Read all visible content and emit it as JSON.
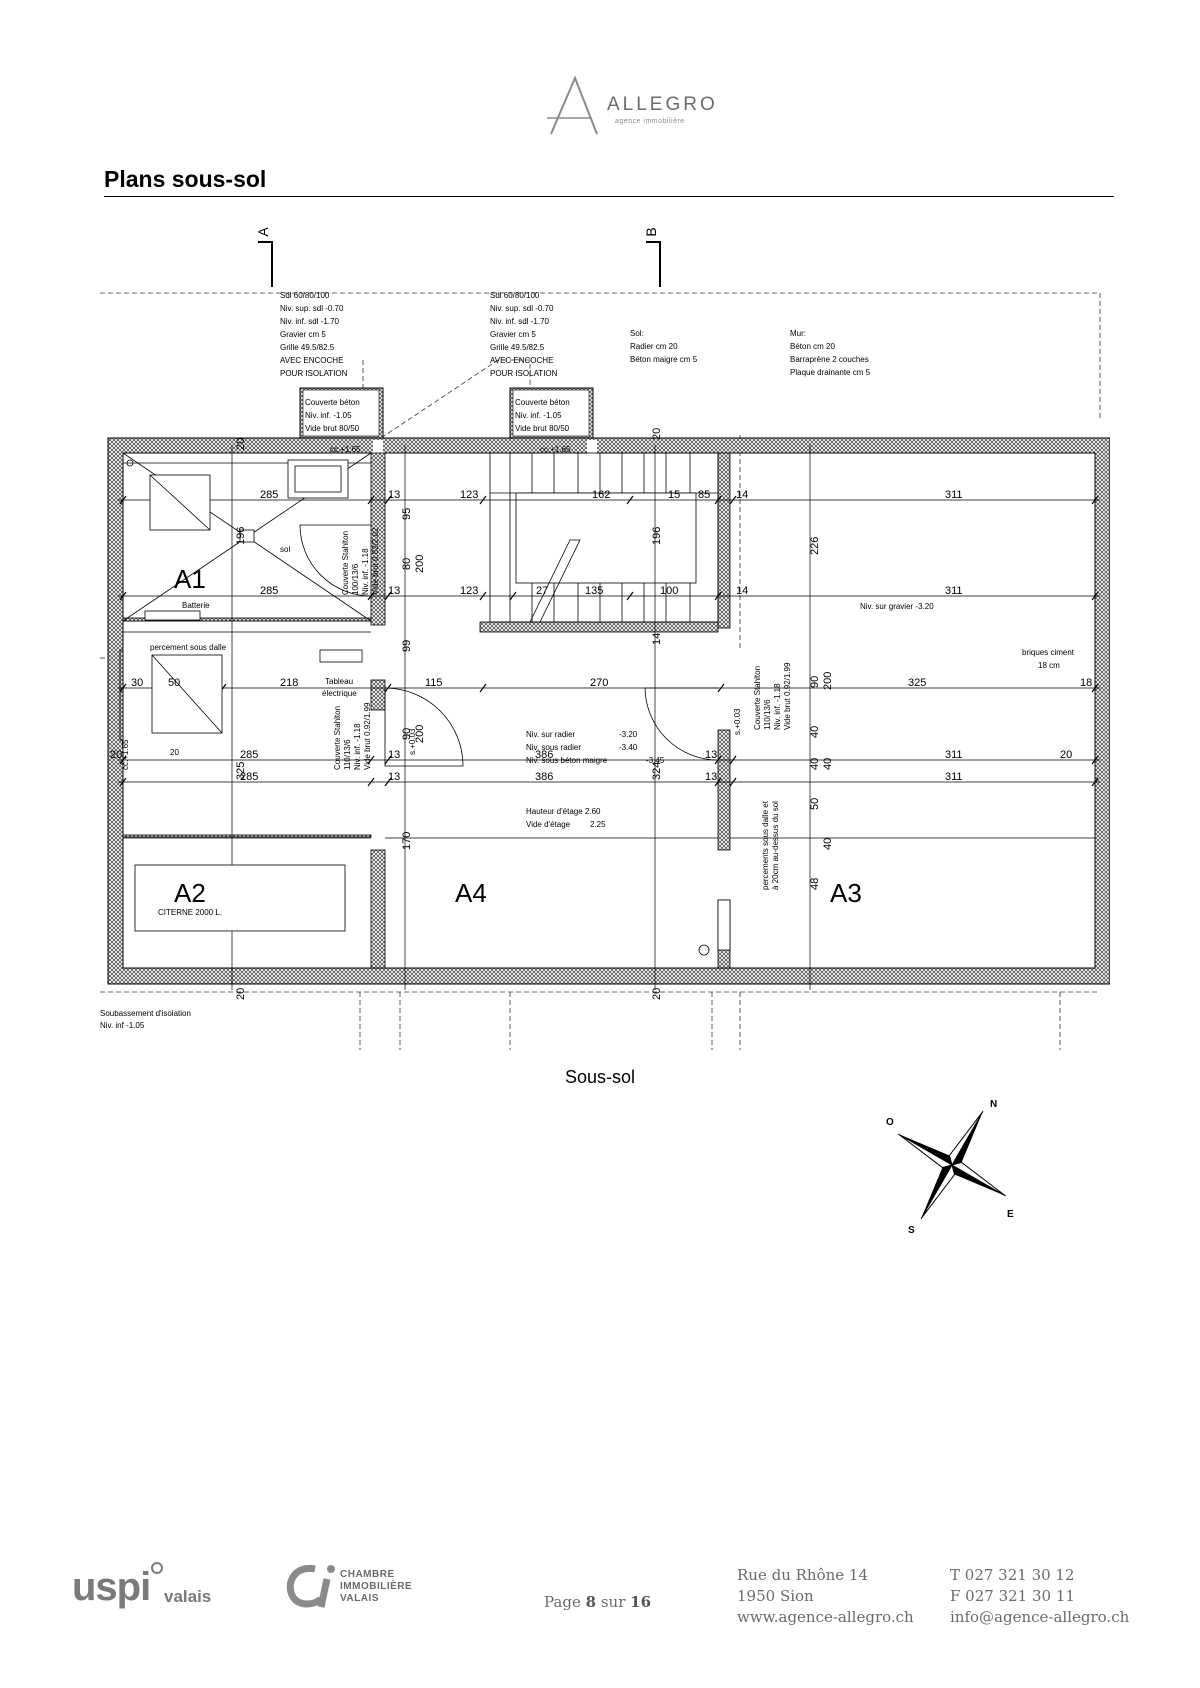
{
  "header": {
    "logo_word": "ALLEGRO",
    "logo_tagline": "agence immobilière"
  },
  "page_title": "Plans sous-sol",
  "plan": {
    "caption": "Sous-sol",
    "section_markers": [
      "A",
      "B"
    ],
    "rooms": [
      "A1",
      "A2",
      "A3",
      "A4"
    ],
    "note_shaft_a": [
      "Sdl 60/80/100",
      "Niv. sup. sdl -0.70",
      "Niv. inf. sdl -1.70",
      "Gravier cm 5",
      "Grille 49.5/82.5",
      "AVEC ENCOCHE",
      "POUR ISOLATION"
    ],
    "note_shaft_b": [
      "Sdl 60/80/100",
      "Niv. sup. sdl -0.70",
      "Niv. inf. sdl -1.70",
      "Gravier cm 5",
      "Grille 49.5/82.5",
      "AVEC ENCOCHE",
      "POUR ISOLATION"
    ],
    "note_sol": [
      "Sol:",
      "Radier cm 20",
      "Béton maigre cm 5"
    ],
    "note_mur": [
      "Mur:",
      "Béton cm 20",
      "Barraprène 2 couches",
      "Plaque drainante cm 5"
    ],
    "couverture_a": [
      "Couverte béton",
      "Niv. inf. -1.05",
      "Vide brut 80/50"
    ],
    "couverture_b": [
      "Couverte béton",
      "Niv. inf. -1.05",
      "Vide brut 80/50"
    ],
    "cc_a": "cc.+1.65",
    "cc_b": "cc.+1.65",
    "cc_left": "cc.+1.65",
    "label_sol": "sol",
    "label_batterie": "Batterie",
    "label_percement": "percement sous dalle",
    "label_tableau": [
      "Tableau",
      "électrique"
    ],
    "label_citerne": "CITERNE 2000 L.",
    "label_gravier": "Niv. sur gravier -3.20",
    "label_briques": [
      "briques ciment",
      "18 cm"
    ],
    "levels": [
      "Niv. sur radier",
      "Niv. sous radier",
      "Niv. sous béton maigre"
    ],
    "level_values": [
      "-3.20",
      "-3.40",
      "-3.45"
    ],
    "etage": [
      "Hauteur d'étage 2.60",
      "Vide d'étage"
    ],
    "etage_value": "2.25",
    "soubassement": [
      "Soubassement d'isolation",
      "Niv. inf -1.05"
    ],
    "door_a": [
      "Couverte Stahlton",
      "100/13/6",
      "Niv. inf. -1.18",
      "Vide brut 0.82/2.02"
    ],
    "door_b": [
      "Couverte Stahlton",
      "110/13/6",
      "Niv. inf. -1.18",
      "Vide brut 0.92/1.99"
    ],
    "door_c": [
      "Couverte Stahlton",
      "110/13/6",
      "Niv. inf. -1.18",
      "Vide brut 0.92/1.99"
    ],
    "percement_vert": [
      "percements sous dalle et",
      "à 20cm au-dessus du sol"
    ],
    "sill": "s.+0.03",
    "dims": {
      "row1": [
        "285",
        "13",
        "123",
        "162",
        "15",
        "85",
        "14",
        "311"
      ],
      "row2": [
        "285",
        "13",
        "123",
        "27",
        "135",
        "100",
        "14",
        "311"
      ],
      "row3": [
        "30",
        "50",
        "218",
        "115",
        "270",
        "325",
        "18"
      ],
      "row4": [
        "20",
        "20",
        "285",
        "13",
        "386",
        "13",
        "311",
        "20"
      ],
      "row5": [
        "285",
        "13",
        "386",
        "13",
        "311"
      ],
      "vert_misc": [
        "20",
        "20",
        "20",
        "20",
        "95",
        "196",
        "80",
        "200",
        "99",
        "90",
        "200",
        "196",
        "14",
        "226",
        "90",
        "200",
        "40",
        "40",
        "40",
        "50",
        "40",
        "48",
        "325",
        "324",
        "170"
      ]
    }
  },
  "compass": {
    "n": "N",
    "e": "E",
    "s": "S",
    "o": "O"
  },
  "footer": {
    "uspi": "uspi",
    "uspi_region": "valais",
    "chambre": [
      "CHAMBRE",
      "IMMOBILIÈRE",
      "VALAIS"
    ],
    "page_prefix": "Page",
    "page_current": "8",
    "page_sep": "sur",
    "page_total": "16",
    "address": [
      "Rue du Rhône 14",
      "1950 Sion",
      "www.agence-allegro.ch"
    ],
    "contact": [
      "T 027 321 30 12",
      "F 027 321 30 11",
      "info@agence-allegro.ch"
    ]
  }
}
